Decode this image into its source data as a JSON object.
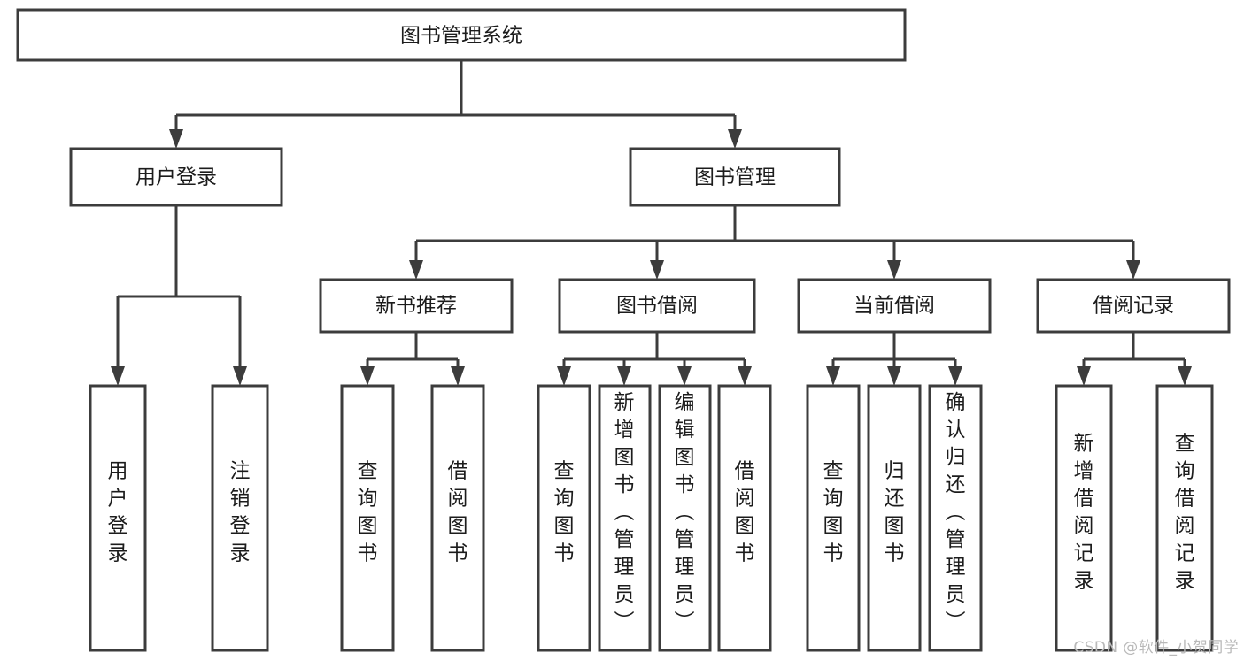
{
  "diagram": {
    "type": "tree",
    "title": "图书管理系统",
    "orientation": "top-down",
    "colors": {
      "box_fill": "#ffffff",
      "box_stroke": "#3c3c3c",
      "connector": "#3c3c3c",
      "text": "#1c1c1c",
      "watermark": "#b9b9b9"
    },
    "nodes": {
      "root": {
        "label": "图书管理系统",
        "level": 1,
        "orientation": "horizontal"
      },
      "l2": [
        {
          "id": "user-login",
          "label": "用户登录",
          "level": 2,
          "orientation": "horizontal"
        },
        {
          "id": "book-manage",
          "label": "图书管理",
          "level": 2,
          "orientation": "horizontal"
        }
      ],
      "l3": [
        {
          "id": "new-book-rec",
          "label": "新书推荐",
          "level": 3,
          "orientation": "horizontal",
          "parent": "book-manage"
        },
        {
          "id": "book-borrow",
          "label": "图书借阅",
          "level": 3,
          "orientation": "horizontal",
          "parent": "book-manage"
        },
        {
          "id": "current-borrow",
          "label": "当前借阅",
          "level": 3,
          "orientation": "horizontal",
          "parent": "book-manage"
        },
        {
          "id": "borrow-record",
          "label": "借阅记录",
          "level": 3,
          "orientation": "horizontal",
          "parent": "borrow-record-parent"
        }
      ],
      "leaves": [
        {
          "id": "leaf-user-login",
          "label": "用户登录",
          "parent": "user-login",
          "orientation": "vertical"
        },
        {
          "id": "leaf-user-logout",
          "label": "注销登录",
          "parent": "user-login",
          "orientation": "vertical"
        },
        {
          "id": "leaf-query-book-1",
          "label": "查询图书",
          "parent": "new-book-rec",
          "orientation": "vertical"
        },
        {
          "id": "leaf-borrow-book-1",
          "label": "借阅图书",
          "parent": "new-book-rec",
          "orientation": "vertical"
        },
        {
          "id": "leaf-query-book-2",
          "label": "查询图书",
          "parent": "book-borrow",
          "orientation": "vertical"
        },
        {
          "id": "leaf-add-book",
          "label": "新增图书（管理员）",
          "parent": "book-borrow",
          "orientation": "vertical"
        },
        {
          "id": "leaf-edit-book",
          "label": "编辑图书（管理员）",
          "parent": "book-borrow",
          "orientation": "vertical"
        },
        {
          "id": "leaf-borrow-book-2",
          "label": "借阅图书",
          "parent": "book-borrow",
          "orientation": "vertical"
        },
        {
          "id": "leaf-query-book-3",
          "label": "查询图书",
          "parent": "current-borrow",
          "orientation": "vertical"
        },
        {
          "id": "leaf-return-book",
          "label": "归还图书",
          "parent": "current-borrow",
          "orientation": "vertical"
        },
        {
          "id": "leaf-confirm-return",
          "label": "确认归还（管理员）",
          "parent": "current-borrow",
          "orientation": "vertical"
        },
        {
          "id": "leaf-add-record",
          "label": "新增借阅记录",
          "parent": "borrow-record",
          "orientation": "vertical"
        },
        {
          "id": "leaf-query-record",
          "label": "查询借阅记录",
          "parent": "borrow-record",
          "orientation": "vertical"
        }
      ]
    },
    "watermark": "CSDN @软件_小贺同学"
  }
}
